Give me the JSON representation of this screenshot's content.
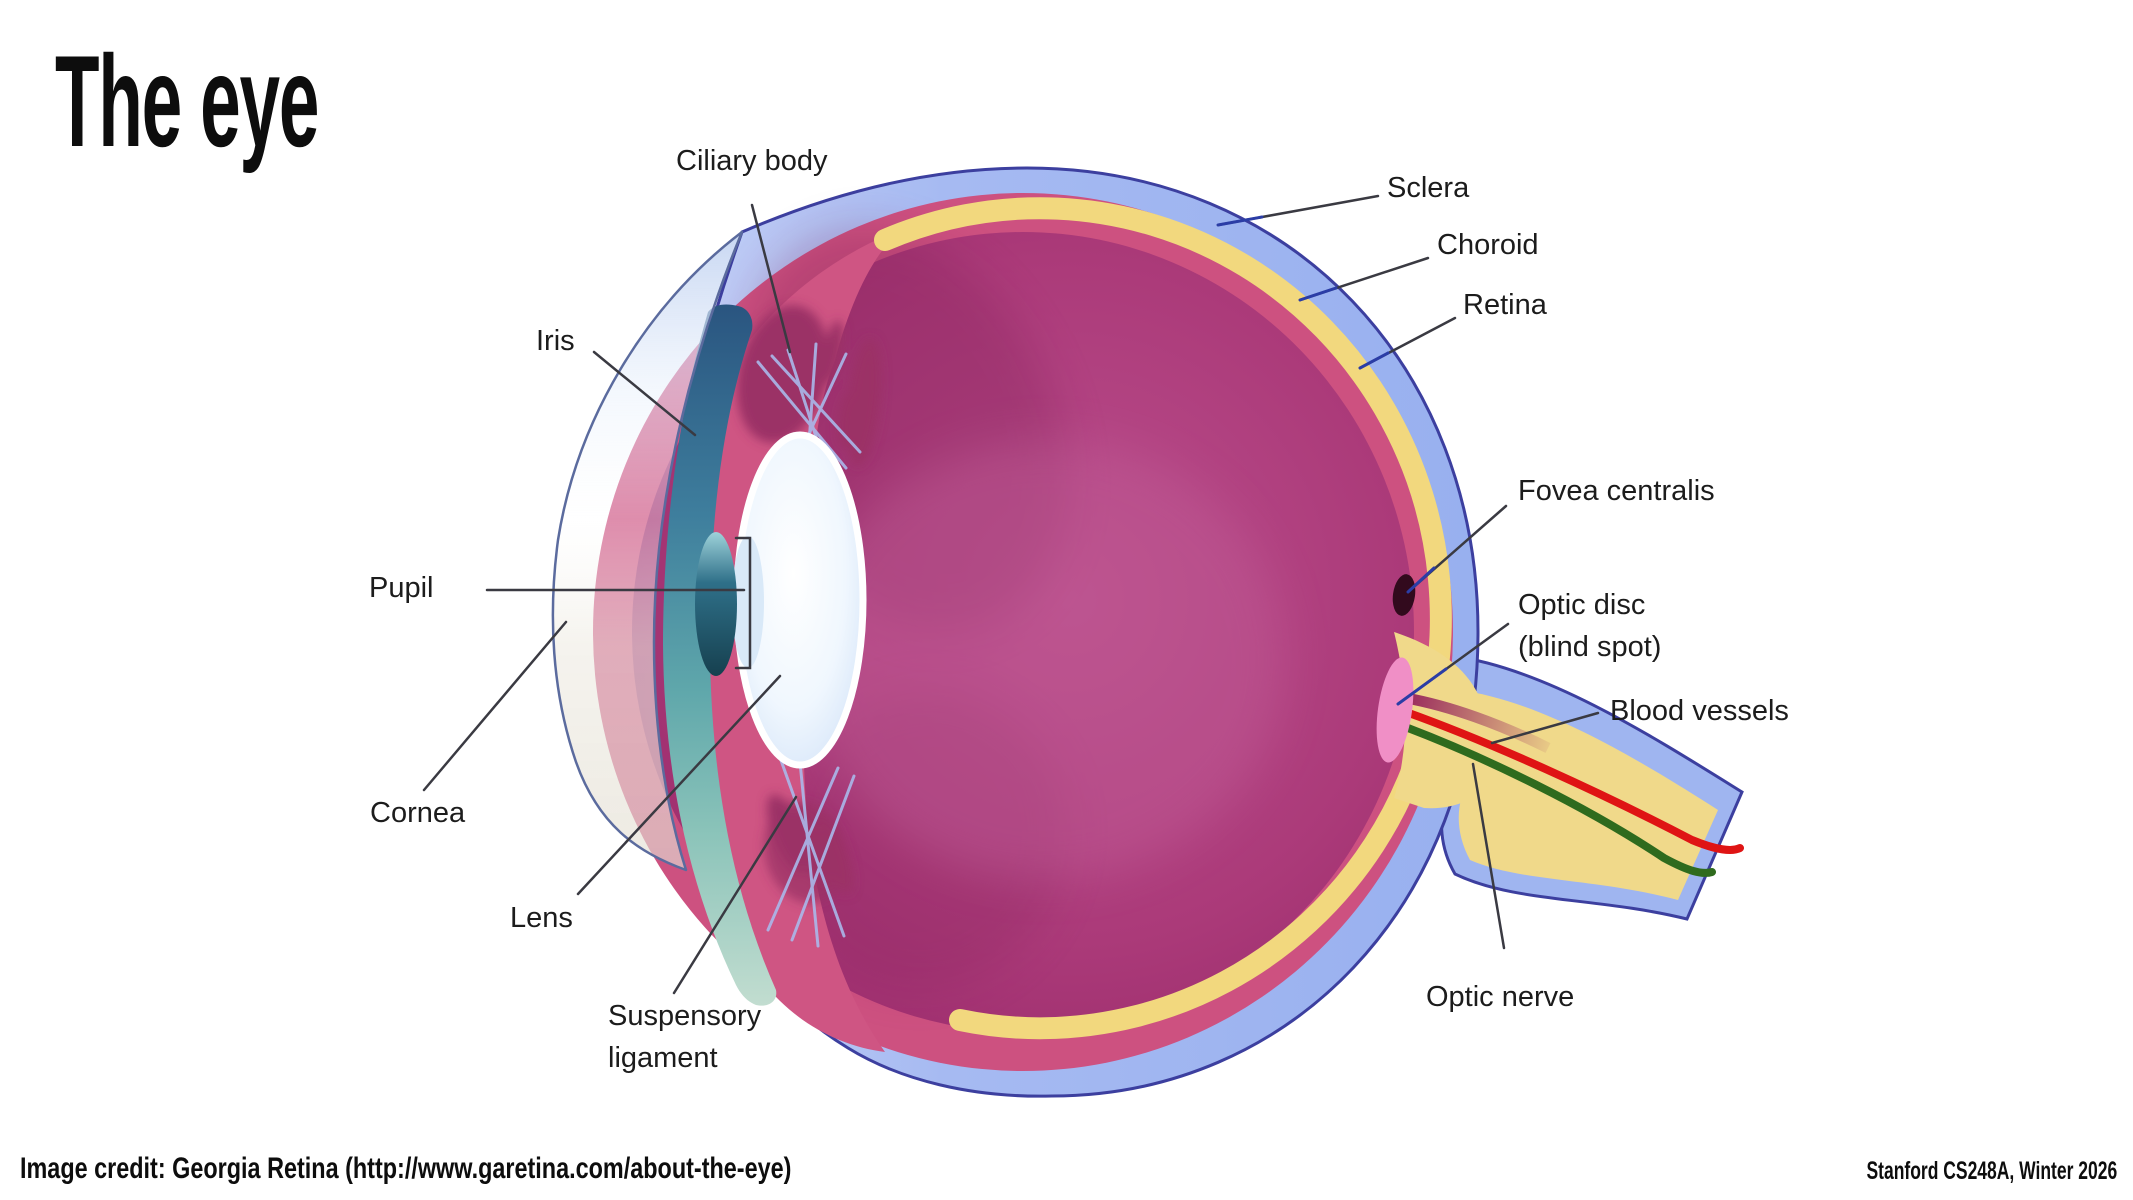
{
  "slide": {
    "title": "The eye",
    "credit": "Image credit: Georgia Retina (http://www.garetina.com/about-the-eye)",
    "course": "Stanford CS248A, Winter 2026"
  },
  "diagram": {
    "name": "human-eye-cross-section",
    "labels": {
      "ciliary_body": "Ciliary body",
      "iris": "Iris",
      "pupil": "Pupil",
      "cornea": "Cornea",
      "lens": "Lens",
      "suspensory_ligament": "Suspensory\nligament",
      "sclera": "Sclera",
      "choroid": "Choroid",
      "retina": "Retina",
      "fovea": "Fovea centralis",
      "optic_disc": "Optic disc\n(blind spot)",
      "blood_vessels": "Blood vessels",
      "optic_nerve": "Optic nerve"
    },
    "colors": {
      "sclera_blue": "#9fb5f0",
      "outline_navy": "#3c3f9f",
      "choroid_pink": "#cd5180",
      "retina_yellow": "#f2d87e",
      "vitreous_center": "#bb4f8d",
      "vitreous_edge": "#93265f",
      "iris_teal": "#4d93a6",
      "lens_blue": "#d9e9f9",
      "optic_disc_pink": "#f08fc6",
      "vessel_red": "#df1414",
      "vessel_green": "#2f6b1e",
      "fovea_dark": "#320a1d",
      "leader_line": "#3a3a42",
      "label_text": "#1c1c1c"
    }
  }
}
